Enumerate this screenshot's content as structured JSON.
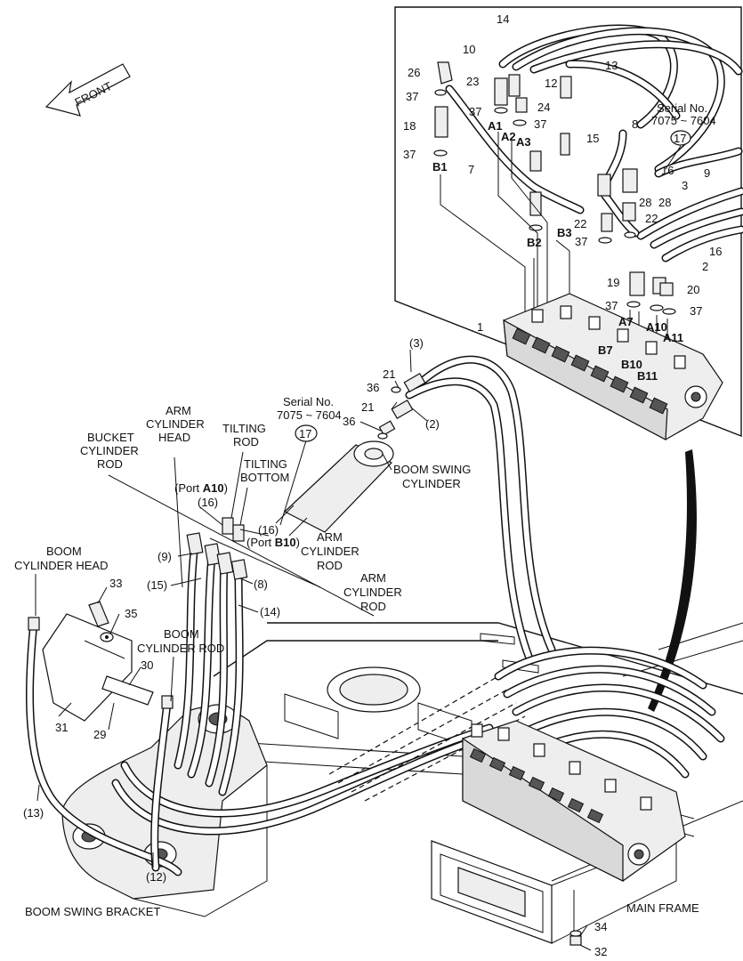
{
  "front_arrow": {
    "label": "FRONT"
  },
  "inset": {
    "serial_note_line1": "Serial No.",
    "serial_note_line2": "7075 ~ 7604",
    "serial_ref": "17",
    "callouts": [
      "14",
      "10",
      "13",
      "26",
      "23",
      "12",
      "37",
      "24",
      "37",
      "18",
      "A1",
      "A2",
      "37",
      "A3",
      "15",
      "8",
      "37",
      "B1",
      "7",
      "16",
      "3",
      "9",
      "28",
      "22",
      "22",
      "B2",
      "B3",
      "37",
      "2",
      "16",
      "19",
      "20",
      "37",
      "1",
      "37",
      "A7",
      "A10",
      "B7",
      "A11",
      "B10",
      "B11",
      "28",
      "17"
    ]
  },
  "main": {
    "serial_note_line1": "Serial No.",
    "serial_note_line2": "7075 ~ 7604",
    "serial_ref": "17",
    "callouts": {
      "c3": "(3)",
      "c21a": "21",
      "c36a": "36",
      "c21b": "21",
      "c36b": "36",
      "c2": "(2)",
      "c16a": "(16)",
      "c16b": "(16)",
      "c9": "(9)",
      "c15": "(15)",
      "c8": "(8)",
      "c14": "(14)",
      "c33": "33",
      "c35": "35",
      "c30": "30",
      "c31": "31",
      "c29": "29",
      "c13": "(13)",
      "c12": "(12)",
      "c34": "34",
      "c32": "32",
      "port_a10_prefix": "(Port ",
      "port_a10": "A10",
      "port_a10_suffix": ")",
      "port_b10_prefix": "(Port ",
      "port_b10": "B10",
      "port_b10_suffix": ")"
    },
    "captions": {
      "bucket_cyl_rod": [
        "BUCKET",
        "CYLINDER",
        "ROD"
      ],
      "arm_cyl_head": [
        "ARM",
        "CYLINDER",
        "HEAD"
      ],
      "tilting_rod": [
        "TILTING",
        "ROD"
      ],
      "tilting_bottom": [
        "TILTING",
        "BOTTOM"
      ],
      "boom_swing_cyl": [
        "BOOM SWING",
        "CYLINDER"
      ],
      "arm_cyl_rod_1": [
        "ARM",
        "CYLINDER",
        "ROD"
      ],
      "arm_cyl_rod_2": [
        "ARM",
        "CYLINDER",
        "ROD"
      ],
      "boom_cyl_head": [
        "BOOM",
        "CYLINDER HEAD"
      ],
      "boom_cyl_rod": [
        "BOOM",
        "CYLINDER ROD"
      ],
      "boom_swing_bracket": "BOOM SWING BRACKET",
      "main_frame": "MAIN FRAME"
    }
  }
}
